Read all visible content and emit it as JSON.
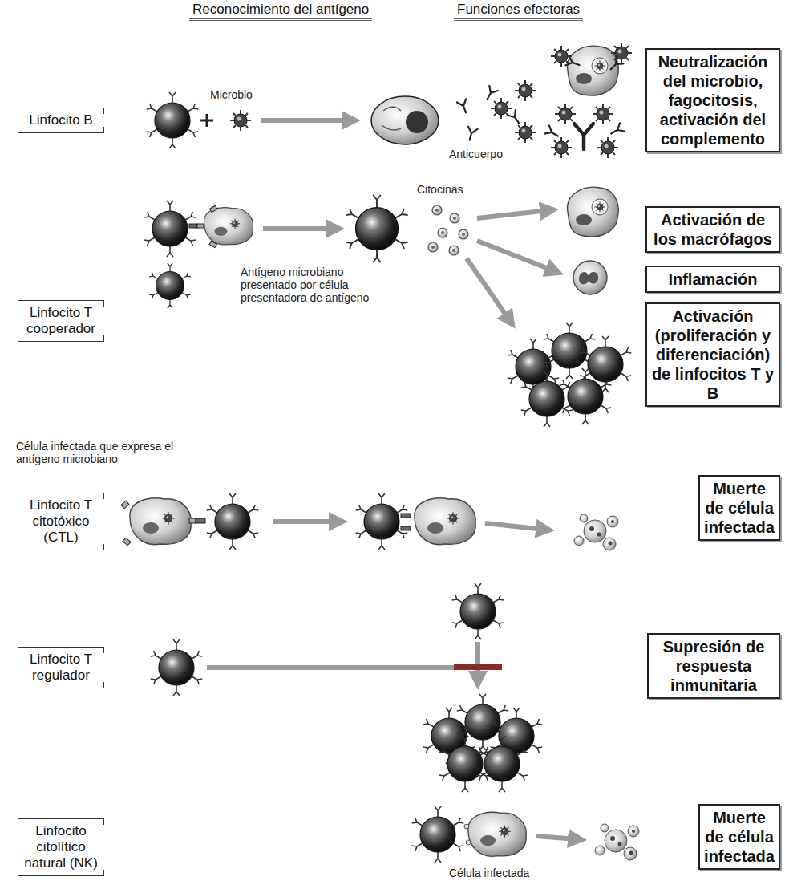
{
  "diagram": {
    "nodes": [
      {
        "text": [
          "Linfocito B"
        ]
      },
      {
        "text": [
          "Neutralización del microbio, fagocitosis, activación del complemento"
        ]
      },
      {
        "text": [
          "Linfocito T cooperador"
        ]
      },
      {
        "text": [
          "Activación de los macrófagos"
        ]
      },
      {
        "text": [
          "Inflamación"
        ]
      },
      {
        "text": [
          "Activación (proliferación y diferenciación) de linfocitos T y B"
        ]
      },
      {
        "text": [
          "Linfocito T citotóxico (CTL)"
        ]
      },
      {
        "text": [
          "Muerte de célula infectada"
        ]
      },
      {
        "text": [
          "Linfocito T regulador"
        ]
      },
      {
        "text": [
          "Supresión de respuesta inmunitaria"
        ]
      },
      {
        "text": [
          "Linfocito citolítico natural (NK)"
        ]
      },
      {
        "text": [
          "Muerte de célula infectada"
        ]
      }
    ],
    "labels": [
      "Reconocimiento del antígeno",
      "Funciones efectoras",
      "Microbio",
      "Anticuerpo",
      "Citocinas",
      "Antígeno microbiano presentado por célula presentadora de antígeno",
      "Célula infectada que expresa el antígeno microbiano",
      "Célula infectada"
    ]
  }
}
